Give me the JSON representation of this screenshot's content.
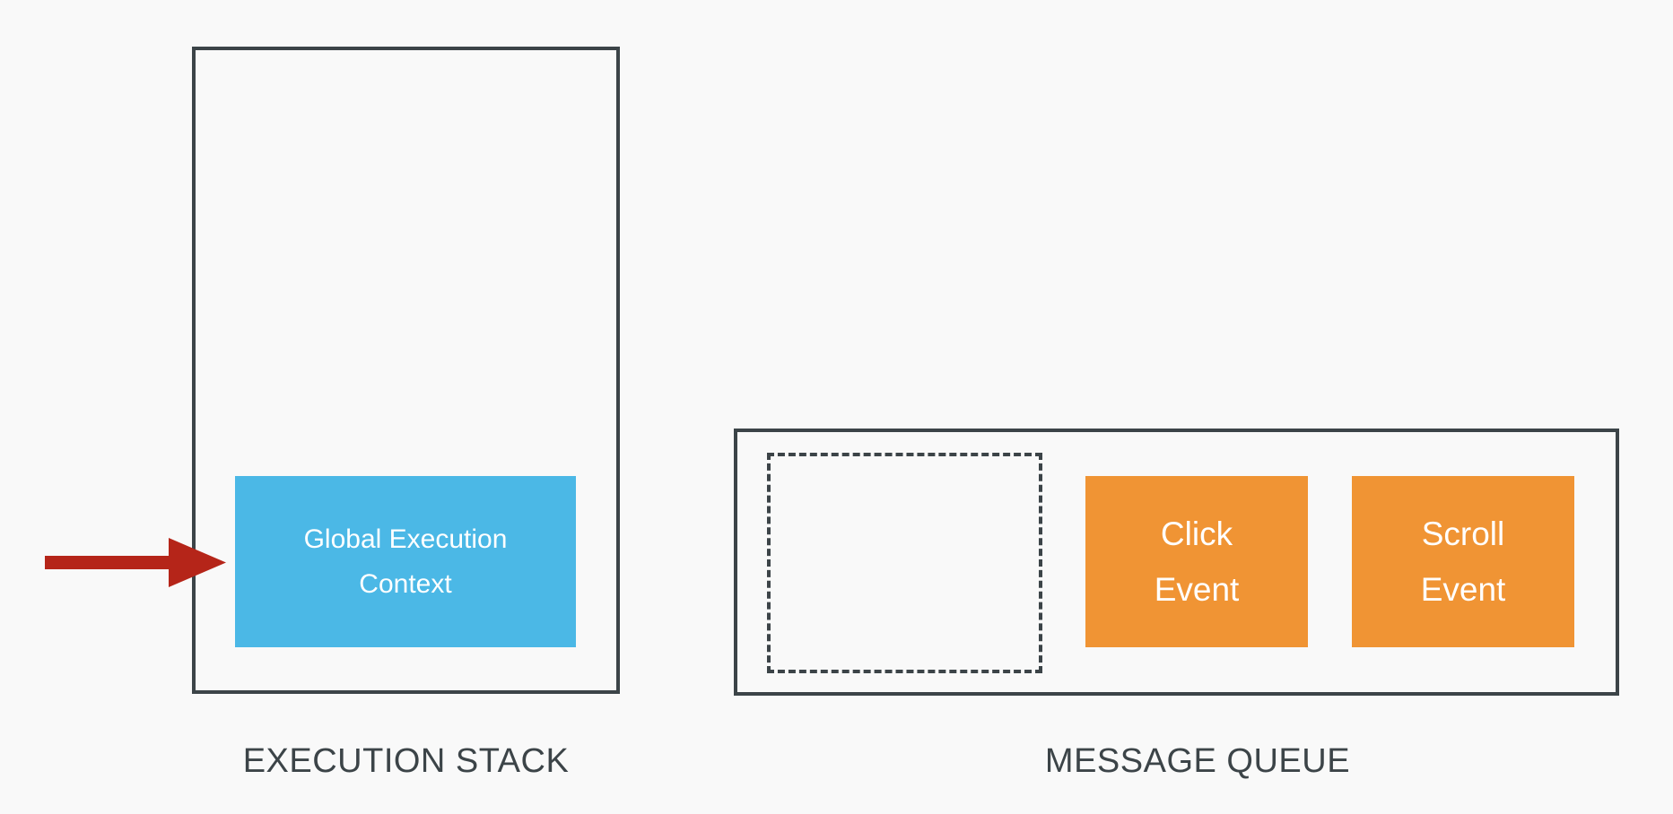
{
  "execution_stack": {
    "label": "EXECUTION STACK",
    "global_context": {
      "line1": "Global Execution",
      "line2": "Context",
      "color": "#4bb8e6"
    }
  },
  "message_queue": {
    "label": "MESSAGE QUEUE",
    "events": [
      {
        "line1": "Click",
        "line2": "Event",
        "color": "#f09434"
      },
      {
        "line1": "Scroll",
        "line2": "Event",
        "color": "#f09434"
      }
    ]
  },
  "colors": {
    "border": "#3c4448",
    "arrow": "#b52519",
    "background": "#f9f9f9"
  }
}
